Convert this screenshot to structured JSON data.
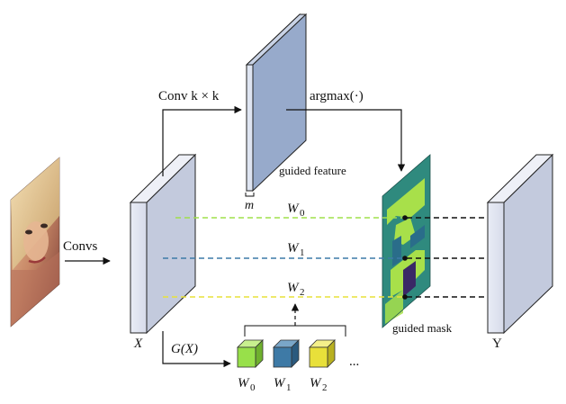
{
  "labels": {
    "input_op": "Convs",
    "conv_op": "Conv k × k",
    "argmax_op": "argmax(·)",
    "guided_feature": "guided feature",
    "m": "m",
    "guided_mask": "guided mask",
    "x": "X",
    "y": "Y",
    "gx": "G(X)",
    "w0": "W",
    "w0_sub": "0",
    "w1": "W",
    "w1_sub": "1",
    "w2": "W",
    "w2_sub": "2",
    "ellipsis": "..."
  },
  "colors": {
    "line_w0": "#9fe04a",
    "line_w1": "#3d7aa8",
    "line_w2": "#e8e23a",
    "cube_w0": "#98e04a",
    "cube_w1": "#3e7aa6",
    "cube_w2": "#e8e03a",
    "feature_map": "#8fa3c4",
    "block_face": "#e4e8f4",
    "mask_bg": "#2f8a7e",
    "mask_highlight": "#a8e04a",
    "mask_dark": "#3a2866"
  }
}
